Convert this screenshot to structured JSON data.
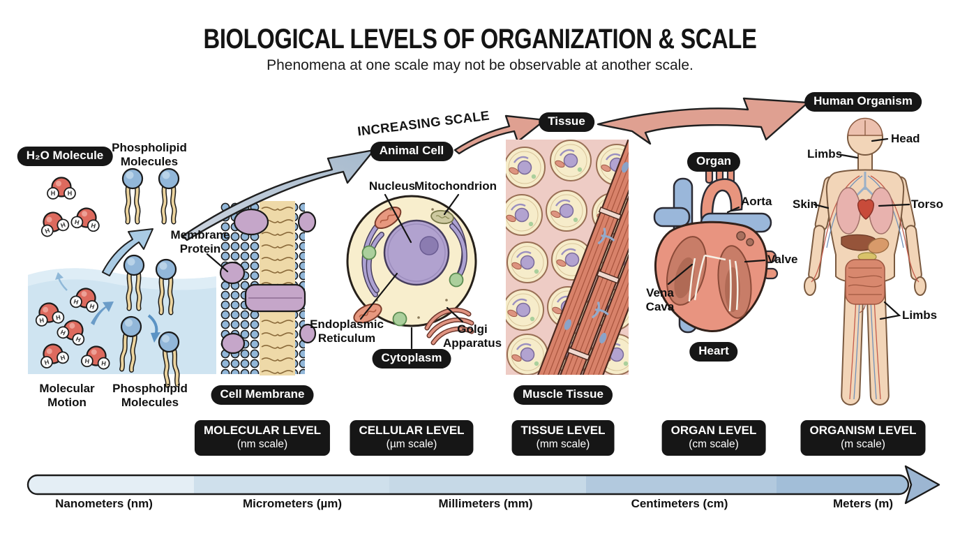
{
  "header": {
    "title": "BIOLOGICAL LEVELS OF ORGANIZATION & SCALE",
    "subtitle": "Phenomena at one scale may not be observable at another scale.",
    "increasing_scale": "INCREASING SCALE"
  },
  "molecular": {
    "h2o_pill": "H₂O Molecule",
    "phospholipid_top": "Phospholipid\nMolecules",
    "membrane_protein": "Membrane\nProtein",
    "molecular_motion": "Molecular\nMotion",
    "phospholipid_bottom": "Phospholipid\nMolecules",
    "cell_membrane_pill": "Cell Membrane",
    "level_title": "MOLECULAR LEVEL",
    "level_scale": "(nm scale)"
  },
  "cellular": {
    "animal_cell_pill": "Animal Cell",
    "nucleus": "Nucleus",
    "mitochondrion": "Mitochondrion",
    "endoplasmic_reticulum": "Endoplasmic\nReticulum",
    "golgi_apparatus": "Golgi\nApparatus",
    "cytoplasm_pill": "Cytoplasm",
    "level_title": "CELLULAR LEVEL",
    "level_scale": "(µm scale)"
  },
  "tissue": {
    "tissue_pill": "Tissue",
    "muscle_tissue_pill": "Muscle Tissue",
    "level_title": "TISSUE LEVEL",
    "level_scale": "(mm scale)"
  },
  "organ": {
    "organ_pill": "Organ",
    "aorta": "Aorta",
    "valve": "Valve",
    "vena_cava": "Vena\nCava",
    "heart_pill": "Heart",
    "level_title": "ORGAN LEVEL",
    "level_scale": "(cm scale)"
  },
  "organism": {
    "human_organism_pill": "Human Organism",
    "head": "Head",
    "limbs_upper": "Limbs",
    "skin": "Skin",
    "torso": "Torso",
    "limbs_lower": "Limbs",
    "level_title": "ORGANISM LEVEL",
    "level_scale": "(m scale)"
  },
  "scale_bar": {
    "units": [
      "Nanometers (nm)",
      "Micrometers (µm)",
      "Millimeters (mm)",
      "Centimeters (cm)",
      "Meters (m)"
    ]
  },
  "colors": {
    "label_pill_bg": "#161616",
    "label_pill_text": "#ffffff",
    "water_blue": "#cfe4f1",
    "arrow_gray_blue": "#b6c4d4",
    "arrow_salmon": "#dfa091",
    "membrane_head_blue": "#92b7d9",
    "lipid_tail_tan": "#ecd49e",
    "protein_purple": "#c5a6c9",
    "cell_fill": "#f8eecd",
    "nucleus_purple": "#b1a2cf",
    "tissue_pink": "#eeccc5",
    "muscle_red": "#d8826a",
    "skin_tone": "#f2d5b8",
    "scale_segments": [
      "#e4eef5",
      "#cfe0ec",
      "#c6d9e7",
      "#b2c9de",
      "#a2bed8"
    ]
  }
}
